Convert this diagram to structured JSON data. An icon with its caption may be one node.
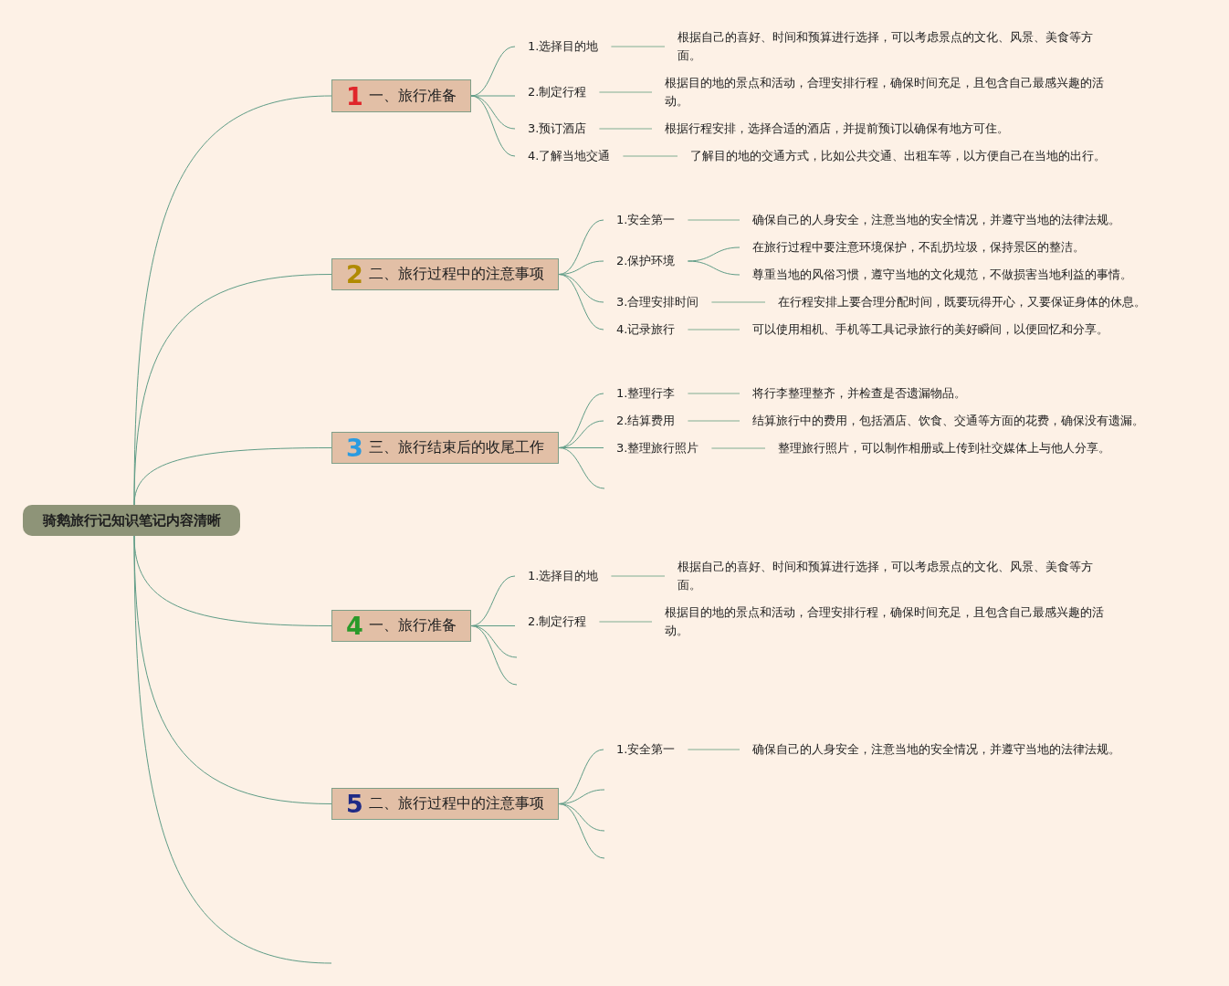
{
  "diagram": {
    "nodes": [
      {
        "text": [
          "骑鹅旅行记知识笔记内容清晰"
        ]
      },
      {
        "text": [
          "1",
          "一、旅行准备"
        ]
      },
      {
        "text": [
          "1.选择目的地"
        ]
      },
      {
        "text": [
          "根据自己的喜好、时间和预算进行选择，可以考虑景点的文化、风景、美食等方面。"
        ]
      },
      {
        "text": [
          "2.制定行程"
        ]
      },
      {
        "text": [
          "根据目的地的景点和活动，合理安排行程，确保时间充足，且包含自己最感兴趣的活动。"
        ]
      },
      {
        "text": [
          "3.预订酒店"
        ]
      },
      {
        "text": [
          "根据行程安排，选择合适的酒店，并提前预订以确保有地方可住。"
        ]
      },
      {
        "text": [
          "4.了解当地交通"
        ]
      },
      {
        "text": [
          "了解目的地的交通方式，比如公共交通、出租车等，以方便自己在当地的出行。"
        ]
      },
      {
        "text": [
          "2",
          "二、旅行过程中的注意事项"
        ]
      },
      {
        "text": [
          "1.安全第一"
        ]
      },
      {
        "text": [
          "确保自己的人身安全，注意当地的安全情况，并遵守当地的法律法规。"
        ]
      },
      {
        "text": [
          "2.保护环境"
        ]
      },
      {
        "text": [
          "在旅行过程中要注意环境保护，不乱扔垃圾，保持景区的整洁。"
        ]
      },
      {
        "text": [
          "尊重当地的风俗习惯，遵守当地的文化规范，不做损害当地利益的事情。"
        ]
      },
      {
        "text": [
          "3.合理安排时间"
        ]
      },
      {
        "text": [
          "在行程安排上要合理分配时间，既要玩得开心，又要保证身体的休息。"
        ]
      },
      {
        "text": [
          "4.记录旅行"
        ]
      },
      {
        "text": [
          "可以使用相机、手机等工具记录旅行的美好瞬间，以便回忆和分享。"
        ]
      },
      {
        "text": [
          "3",
          "三、旅行结束后的收尾工作"
        ]
      },
      {
        "text": [
          "1.整理行李"
        ]
      },
      {
        "text": [
          "将行李整理整齐，并检查是否遗漏物品。"
        ]
      },
      {
        "text": [
          "2.结算费用"
        ]
      },
      {
        "text": [
          "结算旅行中的费用，包括酒店、饮食、交通等方面的花费，确保没有遗漏。"
        ]
      },
      {
        "text": [
          "3.整理旅行照片"
        ]
      },
      {
        "text": [
          "整理旅行照片，可以制作相册或上传到社交媒体上与他人分享。"
        ]
      },
      {
        "text": [
          "4",
          "一、旅行准备"
        ]
      },
      {
        "text": [
          "1.选择目的地"
        ]
      },
      {
        "text": [
          "根据自己的喜好、时间和预算进行选择，可以考虑景点的文化、风景、美食等方面。"
        ]
      },
      {
        "text": [
          "2.制定行程"
        ]
      },
      {
        "text": [
          "根据目的地的景点和活动，合理安排行程，确保时间充足，且包含自己最感兴趣的活动。"
        ]
      },
      {
        "text": [
          "5",
          "二、旅行过程中的注意事项"
        ]
      },
      {
        "text": [
          "1.安全第一"
        ]
      },
      {
        "text": [
          "确保自己的人身安全，注意当地的安全情况，并遵守当地的法律法规。"
        ]
      }
    ],
    "edges": [
      {
        "from": 0,
        "to": 1,
        "arrow": "none"
      },
      {
        "from": 0,
        "to": 10,
        "arrow": "none"
      },
      {
        "from": 0,
        "to": 20,
        "arrow": "none"
      },
      {
        "from": 0,
        "to": 27,
        "arrow": "none"
      },
      {
        "from": 0,
        "to": 32,
        "arrow": "none"
      },
      {
        "from": 0,
        "to": null,
        "arrow": "none"
      },
      {
        "from": 1,
        "to": 2,
        "arrow": "none"
      },
      {
        "from": 1,
        "to": 4,
        "arrow": "none"
      },
      {
        "from": 1,
        "to": 6,
        "arrow": "none"
      },
      {
        "from": 1,
        "to": 8,
        "arrow": "none"
      },
      {
        "from": 2,
        "to": 3,
        "arrow": "none",
        "color": "#a9c3ae"
      },
      {
        "from": 4,
        "to": 5,
        "arrow": "none",
        "color": "#a9c3ae"
      },
      {
        "from": 6,
        "to": 7,
        "arrow": "none",
        "color": "#a9c3ae"
      },
      {
        "from": 8,
        "to": 9,
        "arrow": "none",
        "color": "#a9c3ae"
      },
      {
        "from": 10,
        "to": 11,
        "arrow": "none"
      },
      {
        "from": 10,
        "to": 13,
        "arrow": "none"
      },
      {
        "from": 10,
        "to": 16,
        "arrow": "none"
      },
      {
        "from": 10,
        "to": 18,
        "arrow": "none"
      },
      {
        "from": 11,
        "to": 12,
        "arrow": "none",
        "color": "#a9c3ae"
      },
      {
        "from": 13,
        "to": 14,
        "arrow": "none"
      },
      {
        "from": 13,
        "to": 15,
        "arrow": "none"
      },
      {
        "from": 16,
        "to": 17,
        "arrow": "none",
        "color": "#a9c3ae"
      },
      {
        "from": 18,
        "to": 19,
        "arrow": "none",
        "color": "#a9c3ae"
      },
      {
        "from": 20,
        "to": 21,
        "arrow": "none"
      },
      {
        "from": 20,
        "to": 23,
        "arrow": "none"
      },
      {
        "from": 20,
        "to": 25,
        "arrow": "none"
      },
      {
        "from": 20,
        "to": null,
        "arrow": "none"
      },
      {
        "from": 21,
        "to": 22,
        "arrow": "none",
        "color": "#a9c3ae"
      },
      {
        "from": 23,
        "to": 24,
        "arrow": "none",
        "color": "#a9c3ae"
      },
      {
        "from": 25,
        "to": 26,
        "arrow": "none",
        "color": "#a9c3ae"
      },
      {
        "from": 27,
        "to": 28,
        "arrow": "none"
      },
      {
        "from": 27,
        "to": 30,
        "arrow": "none"
      },
      {
        "from": 27,
        "to": null,
        "arrow": "none"
      },
      {
        "from": 27,
        "to": null,
        "arrow": "none"
      },
      {
        "from": 28,
        "to": 29,
        "arrow": "none",
        "color": "#a9c3ae"
      },
      {
        "from": 30,
        "to": 31,
        "arrow": "none",
        "color": "#a9c3ae"
      },
      {
        "from": 32,
        "to": 33,
        "arrow": "none"
      },
      {
        "from": 32,
        "to": null,
        "arrow": "none"
      },
      {
        "from": 32,
        "to": null,
        "arrow": "none"
      },
      {
        "from": 32,
        "to": null,
        "arrow": "none"
      },
      {
        "from": 33,
        "to": 34,
        "arrow": "none",
        "color": "#a9c3ae"
      }
    ]
  }
}
